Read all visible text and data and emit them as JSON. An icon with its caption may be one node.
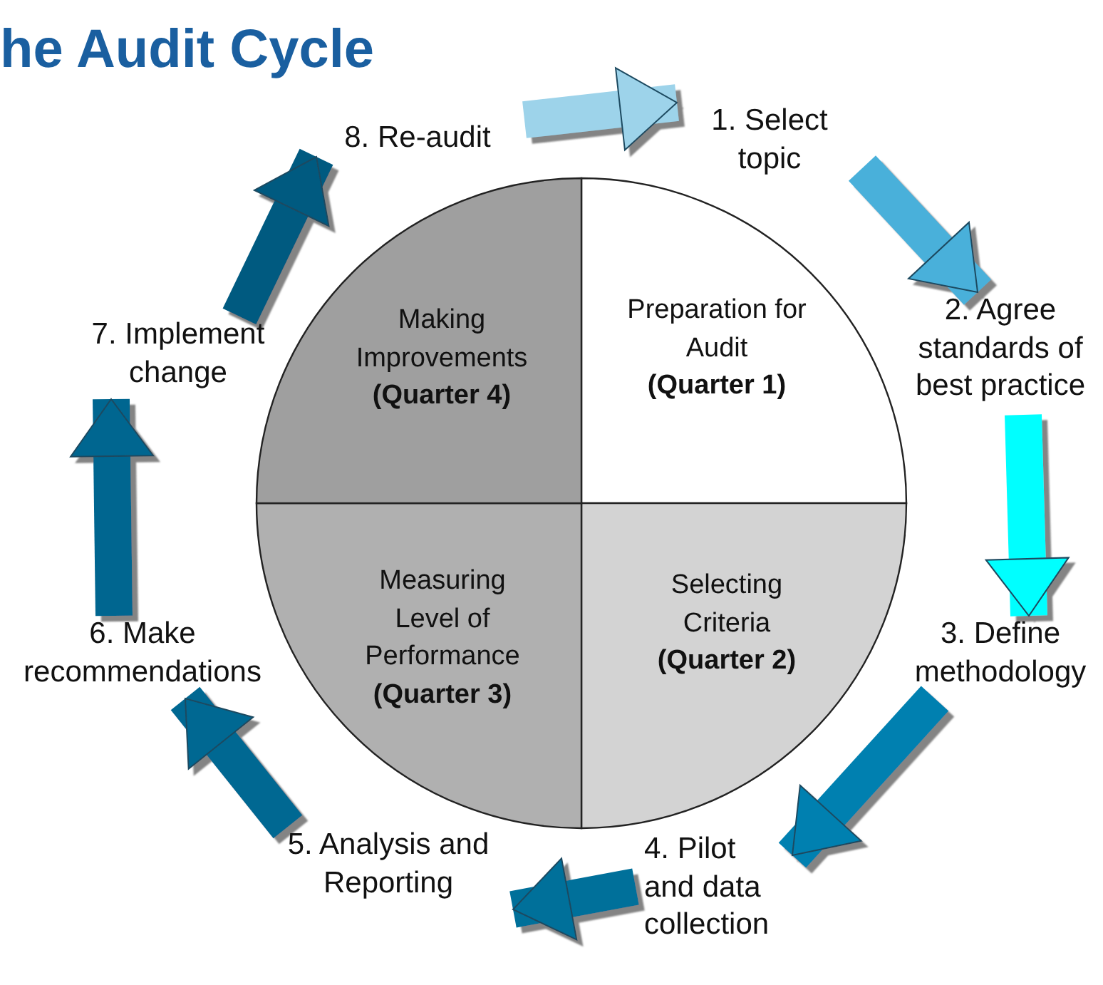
{
  "diagram": {
    "title": "he Audit Cycle",
    "nodes": [
      {
        "text": [
          "Preparation for Audit",
          "(Quarter 1)"
        ]
      },
      {
        "text": [
          "Selecting Criteria",
          "(Quarter 2)"
        ]
      },
      {
        "text": [
          "Measuring Level of Performance",
          "(Quarter 3)"
        ]
      },
      {
        "text": [
          "Making Improvements",
          "(Quarter 4)"
        ]
      },
      {
        "text": [
          "1.  Select topic"
        ]
      },
      {
        "text": [
          "2. Agree standards of best practice"
        ]
      },
      {
        "text": [
          "3. Define methodology"
        ]
      },
      {
        "text": [
          "4. Pilot and data collection"
        ]
      },
      {
        "text": [
          "5. Analysis and Reporting"
        ]
      },
      {
        "text": [
          "6. Make recommendations"
        ]
      },
      {
        "text": [
          "7. Implement change"
        ]
      },
      {
        "text": [
          "8. Re-audit"
        ]
      }
    ],
    "edges": [
      {
        "from": 11,
        "to": 4,
        "arrow": "to",
        "color": "#9dd3ea"
      },
      {
        "from": 4,
        "to": 5,
        "arrow": "to",
        "color": "#4ab0da"
      },
      {
        "from": 5,
        "to": 6,
        "arrow": "to",
        "color": "#00ffff"
      },
      {
        "from": 6,
        "to": 7,
        "arrow": "to",
        "color": "#0080b0"
      },
      {
        "from": 7,
        "to": 8,
        "arrow": "to",
        "color": "#006f9a"
      },
      {
        "from": 8,
        "to": 9,
        "arrow": "to",
        "color": "#006892"
      },
      {
        "from": 9,
        "to": 10,
        "arrow": "to",
        "color": "#006690"
      },
      {
        "from": 10,
        "to": 11,
        "arrow": "to",
        "color": "#005a80"
      }
    ]
  }
}
